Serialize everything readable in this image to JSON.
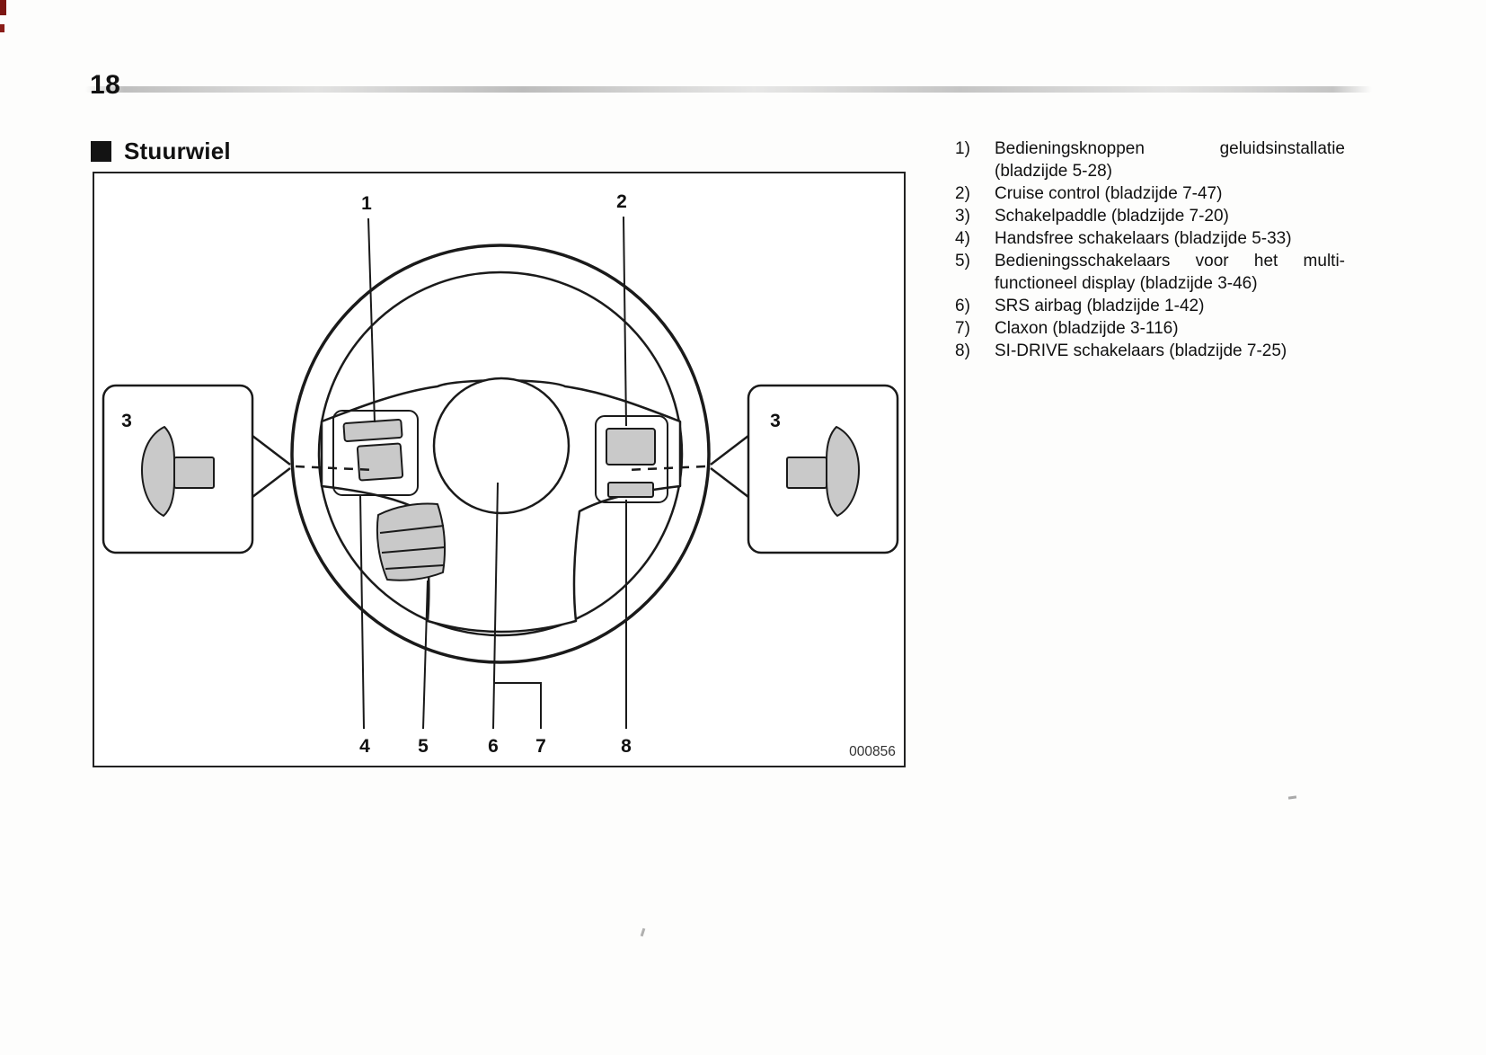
{
  "page": {
    "number": "18"
  },
  "heading": {
    "title": "Stuurwiel"
  },
  "figure": {
    "code": "000856",
    "callouts": {
      "n1": "1",
      "n2": "2",
      "n3_left": "3",
      "n3_right": "3",
      "n4": "4",
      "n5": "5",
      "n6": "6",
      "n7": "7",
      "n8": "8"
    }
  },
  "legend": {
    "items": [
      {
        "num": "1)",
        "text": "Bedieningsknoppen geluidsinstallatie (bladzijde 5-28)"
      },
      {
        "num": "2)",
        "text": "Cruise control (bladzijde 7-47)"
      },
      {
        "num": "3)",
        "text": "Schakelpaddle (bladzijde 7-20)"
      },
      {
        "num": "4)",
        "text": "Handsfree schakelaars (bladzijde 5-33)"
      },
      {
        "num": "5)",
        "text": "Bedieningsschakelaars voor het multi-functioneel display (bladzijde 3-46)"
      },
      {
        "num": "6)",
        "text": "SRS airbag (bladzijde 1-42)"
      },
      {
        "num": "7)",
        "text": "Claxon (bladzijde 3-116)"
      },
      {
        "num": "8)",
        "text": "SI-DRIVE schakelaars (bladzijde 7-25)"
      }
    ]
  }
}
